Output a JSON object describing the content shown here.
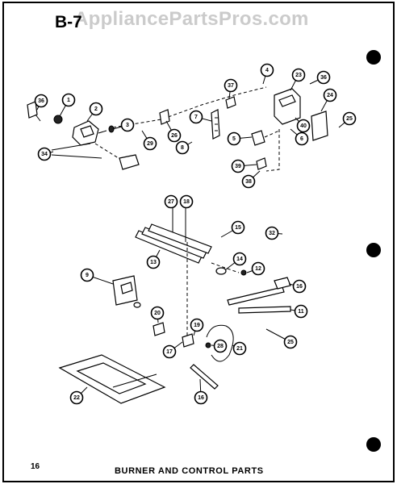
{
  "header": {
    "sheet_code": "B-7",
    "watermark": "AppliancePartsPros.com"
  },
  "footer": {
    "page_number": "16",
    "caption": "BURNER AND CONTROL PARTS"
  },
  "callouts": [
    {
      "id": "c-36a",
      "label": "36"
    },
    {
      "id": "c-1",
      "label": "1"
    },
    {
      "id": "c-2",
      "label": "2"
    },
    {
      "id": "c-3",
      "label": "3"
    },
    {
      "id": "c-34",
      "label": "34"
    },
    {
      "id": "c-29",
      "label": "29"
    },
    {
      "id": "c-26",
      "label": "26"
    },
    {
      "id": "c-8a",
      "label": "8"
    },
    {
      "id": "c-7",
      "label": "7"
    },
    {
      "id": "c-37",
      "label": "37"
    },
    {
      "id": "c-4",
      "label": "4"
    },
    {
      "id": "c-23",
      "label": "23"
    },
    {
      "id": "c-36b",
      "label": "36"
    },
    {
      "id": "c-24",
      "label": "24"
    },
    {
      "id": "c-25a",
      "label": "25"
    },
    {
      "id": "c-40",
      "label": "40"
    },
    {
      "id": "c-6",
      "label": "6"
    },
    {
      "id": "c-5",
      "label": "5"
    },
    {
      "id": "c-39",
      "label": "39"
    },
    {
      "id": "c-38",
      "label": "38"
    },
    {
      "id": "c-27",
      "label": "27"
    },
    {
      "id": "c-18",
      "label": "18"
    },
    {
      "id": "c-15",
      "label": "15"
    },
    {
      "id": "c-32",
      "label": "32"
    },
    {
      "id": "c-13",
      "label": "13"
    },
    {
      "id": "c-14",
      "label": "14"
    },
    {
      "id": "c-12",
      "label": "12"
    },
    {
      "id": "c-9",
      "label": "9"
    },
    {
      "id": "c-16a",
      "label": "16"
    },
    {
      "id": "c-11",
      "label": "11"
    },
    {
      "id": "c-20",
      "label": "20"
    },
    {
      "id": "c-19",
      "label": "19"
    },
    {
      "id": "c-28",
      "label": "28"
    },
    {
      "id": "c-21",
      "label": "21"
    },
    {
      "id": "c-25b",
      "label": "25"
    },
    {
      "id": "c-17",
      "label": "17"
    },
    {
      "id": "c-22",
      "label": "22"
    },
    {
      "id": "c-16b",
      "label": "16"
    }
  ]
}
